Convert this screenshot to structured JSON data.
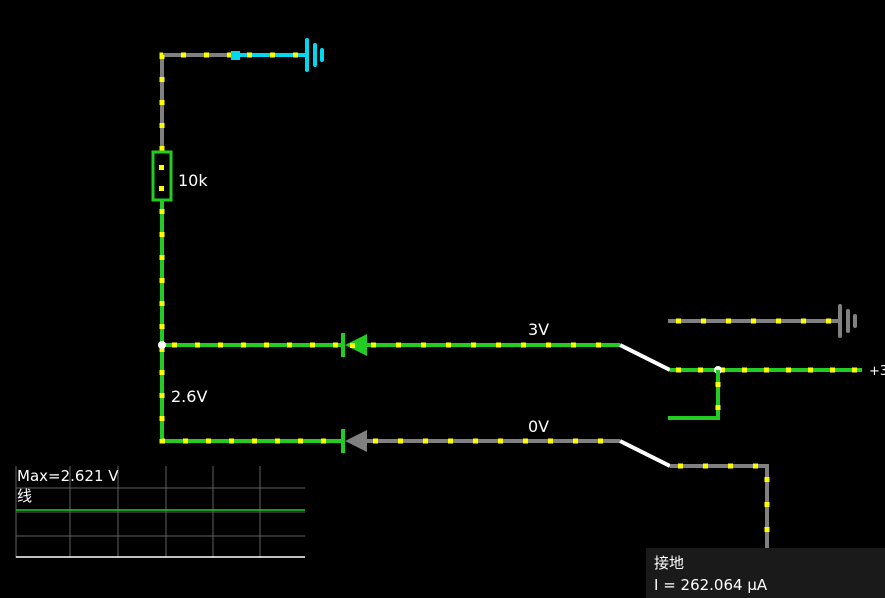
{
  "colors": {
    "background": "#000000",
    "wire_active": "#22cc22",
    "wire_inactive": "#808080",
    "current_dots": "#ffff00",
    "ground_supply": "#00d8f0",
    "switch": "#ffffff"
  },
  "labels": {
    "resistor": "10k",
    "input_a": "3V",
    "input_b": "0V",
    "node_voltage": "2.6V",
    "rail_cut": "+3"
  },
  "scope": {
    "max_label": "Max=2.621 V",
    "trace_label": "线"
  },
  "info": {
    "element": "接地",
    "current": "I = 262.064 µA"
  }
}
